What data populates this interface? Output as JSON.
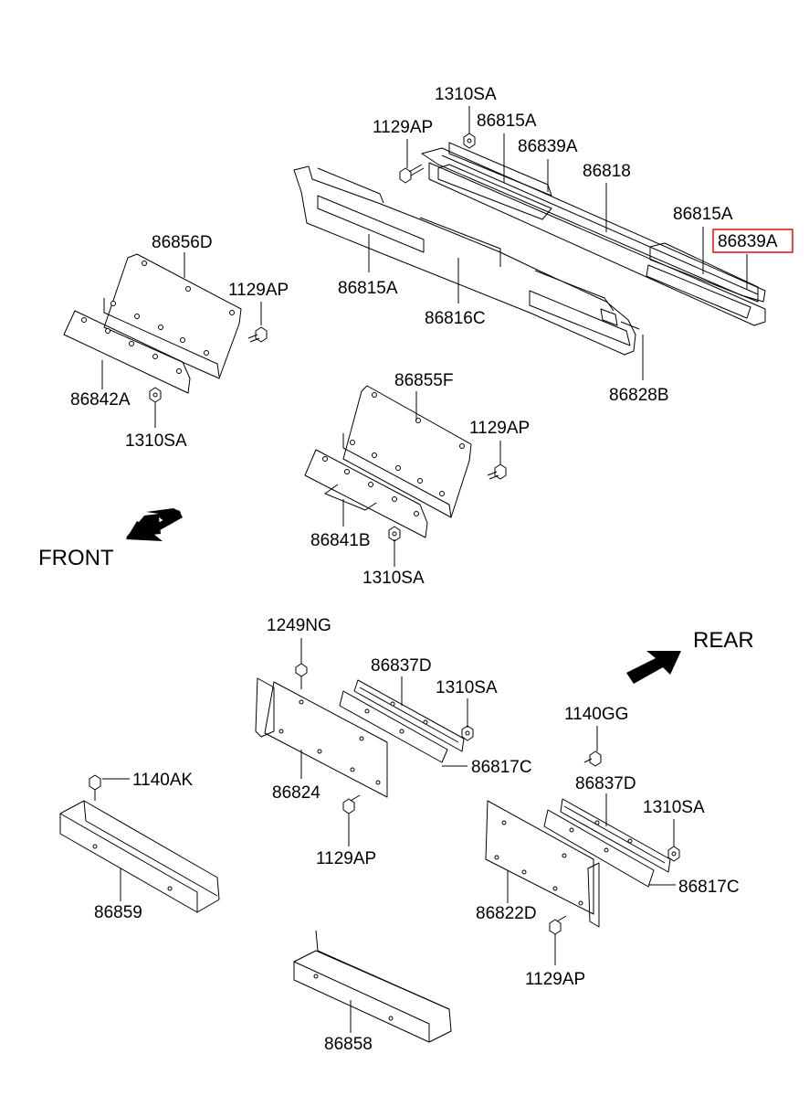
{
  "directions": {
    "front": "FRONT",
    "rear": "REAR"
  },
  "highlight_color": "#e0201b",
  "callouts": {
    "c1310sa_top": "1310SA",
    "c86815a_top": "86815A",
    "c1129ap_top": "1129AP",
    "c86839a_top": "86839A",
    "c86818": "86818",
    "c86815a_right": "86815A",
    "c86839a_highlight": "86839A",
    "c86856d": "86856D",
    "c1129ap_left": "1129AP",
    "c86815a_mid": "86815A",
    "c86816c": "86816C",
    "c86828b": "86828B",
    "c86842a": "86842A",
    "c1310sa_left": "1310SA",
    "c86855f": "86855F",
    "c1129ap_mid": "1129AP",
    "c86841b": "86841B",
    "c1310sa_mid": "1310SA",
    "c1249ng": "1249NG",
    "c86837d_left": "86837D",
    "c1310sa_lowmid": "1310SA",
    "c1140gg": "1140GG",
    "c86817c_left": "86817C",
    "c1140ak": "1140AK",
    "c86824": "86824",
    "c86837d_right": "86837D",
    "c1310sa_lowright": "1310SA",
    "c1129ap_low": "1129AP",
    "c86817c_right": "86817C",
    "c86859": "86859",
    "c86822d": "86822D",
    "c1129ap_bottom": "1129AP",
    "c86858": "86858"
  }
}
